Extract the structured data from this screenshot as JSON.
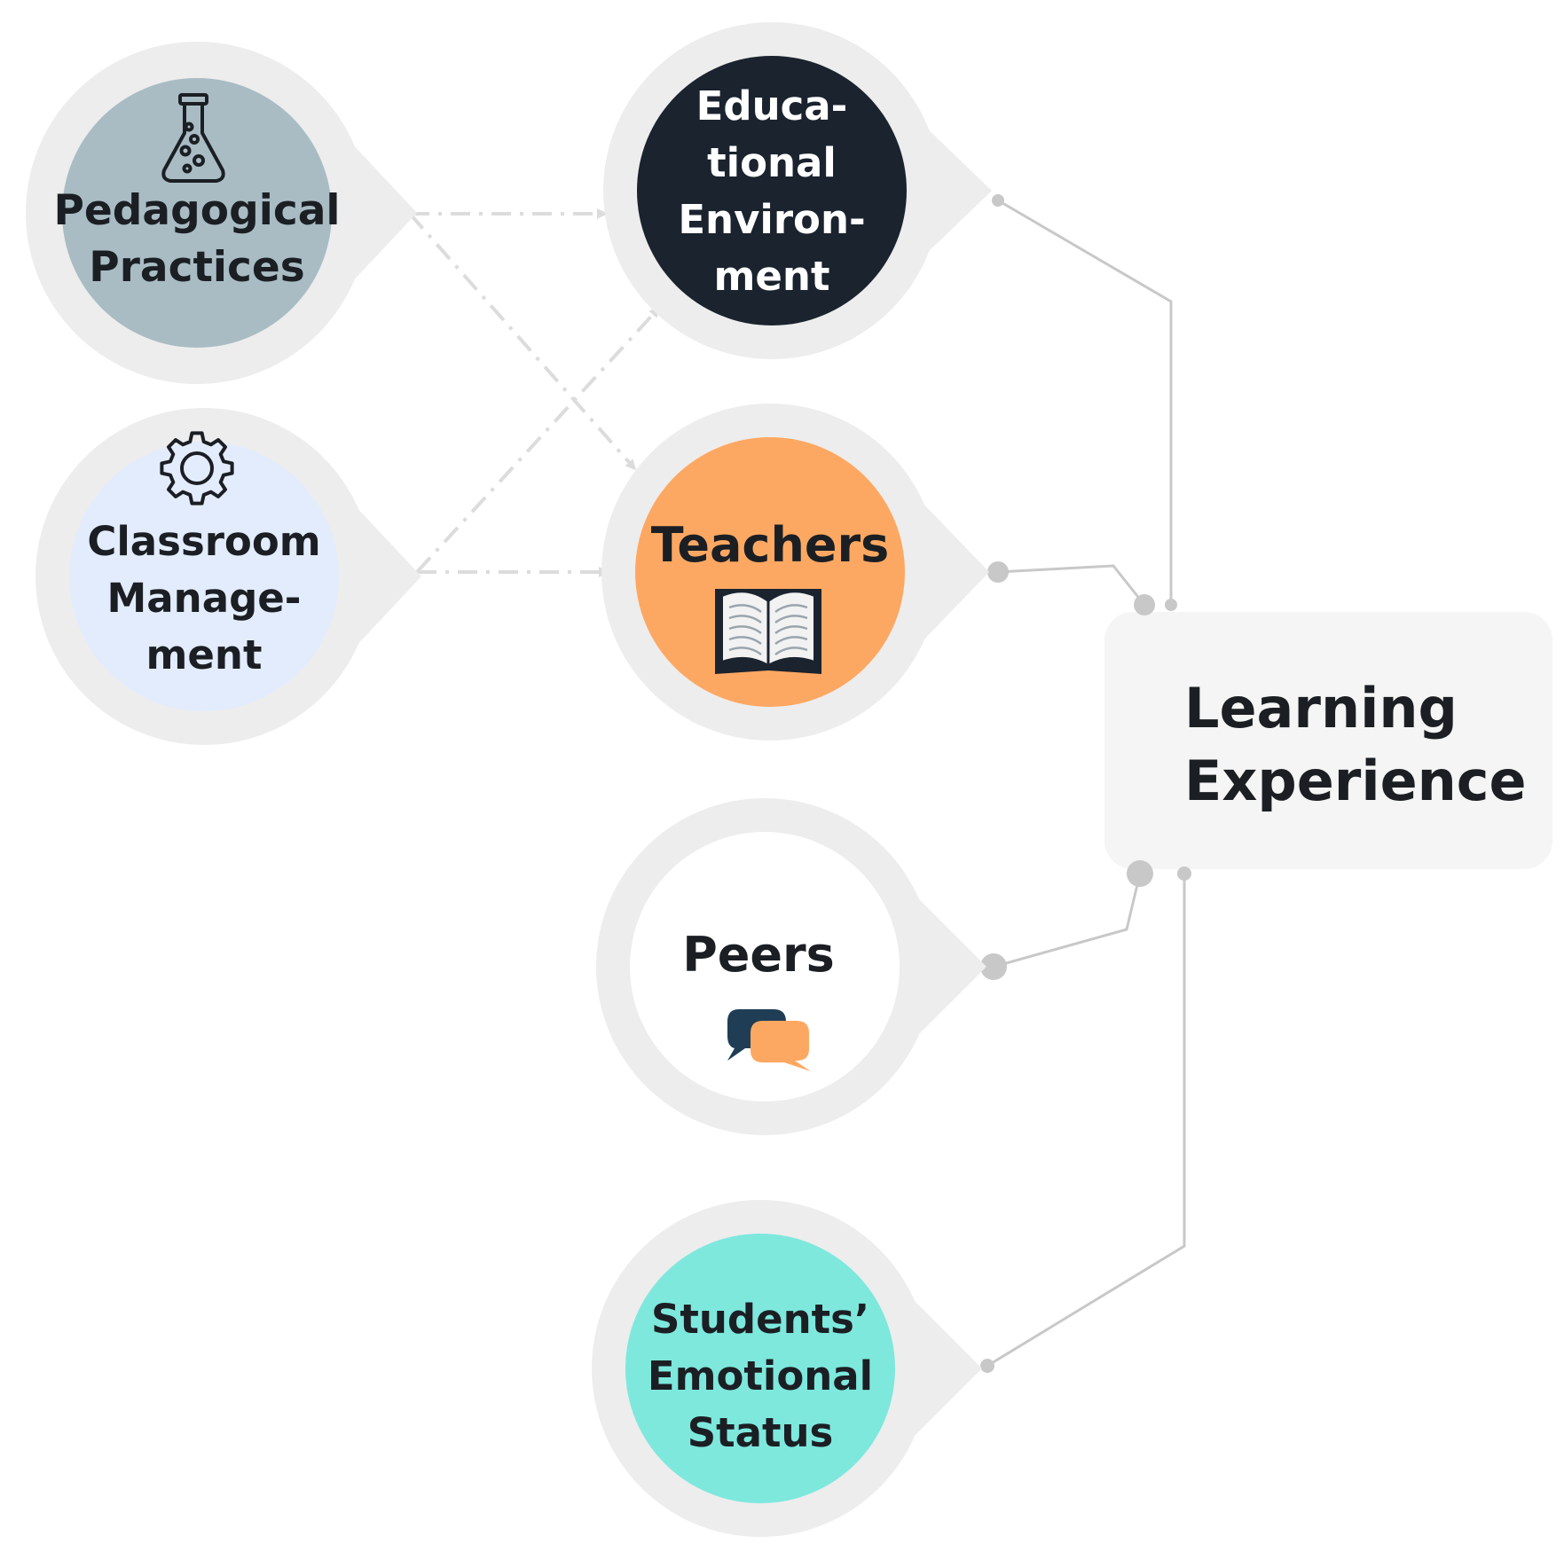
{
  "nodes": {
    "pedagogical": {
      "lines": [
        "Pedagogical",
        "Practices"
      ],
      "icon": "flask-icon",
      "color": "#a9bcc4",
      "text_color": "#1b1f24"
    },
    "classroom": {
      "lines": [
        "Classroom",
        "Manage-",
        "ment"
      ],
      "icon": "gear-icon",
      "color": "#e3ecfc",
      "text_color": "#1b1f24"
    },
    "educational": {
      "lines": [
        "Educa-",
        "tional",
        "Environ-",
        "ment"
      ],
      "color": "#1a232e",
      "text_color": "#ffffff"
    },
    "teachers": {
      "lines": [
        "Teachers"
      ],
      "icon": "book-icon",
      "color": "#fda862",
      "text_color": "#1b1f24"
    },
    "peers": {
      "lines": [
        "Peers"
      ],
      "icon": "chat-bubbles-icon",
      "color": "#ffffff",
      "text_color": "#1b1f24"
    },
    "students": {
      "lines": [
        "Students’",
        "Emotional",
        "Status"
      ],
      "color": "#7ee8dd",
      "text_color": "#1b1f24"
    }
  },
  "target": {
    "lines": [
      "Learning",
      "Experience"
    ],
    "color": "#f4f5f4",
    "text_color": "#1b1f24"
  },
  "colors": {
    "halo": "#ededed",
    "connector": "#c8c8c8",
    "dashed_arrow": "#dcdcdc",
    "dark_blue": "#1f3e55",
    "orange": "#fda862"
  }
}
